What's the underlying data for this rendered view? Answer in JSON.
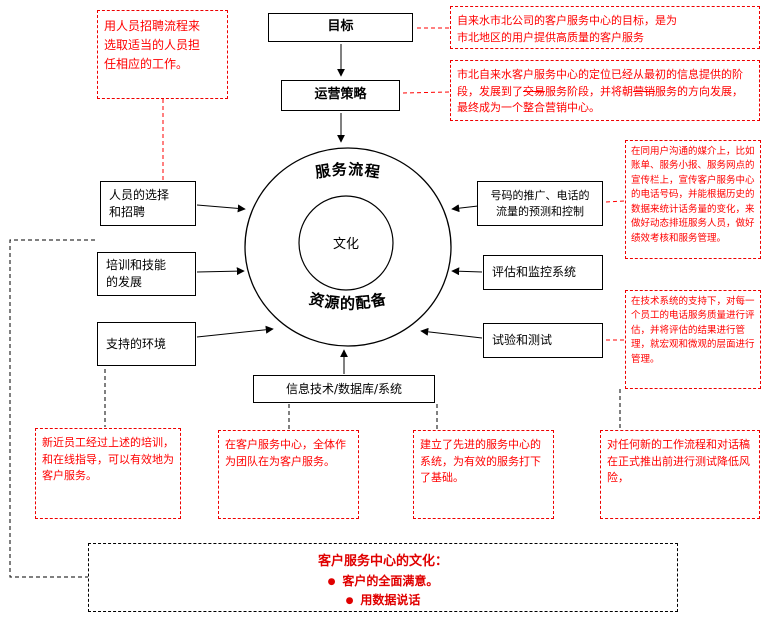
{
  "main": {
    "goal": "目标",
    "strategy": "运营策略",
    "circle": {
      "top": "服务流程",
      "center": "文化",
      "bottom": "资源的配备"
    },
    "left_boxes": {
      "b1": "人员的选择\n和招聘",
      "b2": "培训和技能\n的发展",
      "b3": "支持的环境"
    },
    "right_boxes": {
      "b1": "号码的推广、电话的\n流量的预测和控制",
      "b2": "评估和监控系统",
      "b3": "试验和测试"
    },
    "bottom_box": "信息技术/数据库/系统"
  },
  "notes": {
    "recruit": "用人员招聘流程来\n选取适当的人员担\n任相应的工作。",
    "goal_note": "自来水市北公司的客户服务中心的目标，是为\n市北地区的用户提供高质量的客户服务",
    "position": {
      "p1": "市北自来水客户服务中心的定位已经从最初的信息提供的阶段，发展到了",
      "s1": "交易",
      "p2": "服务阶段，并将朝",
      "s2": "营销",
      "p3": "服务的方向发展，最终成为一个整合营销中心。"
    },
    "promo": "在同用户沟通的媒介上，比如账单、服务小报、服务网点的宣传栏上，宣传客户服务中心的电话号码，并能根据历史的数据来统计话务量的变化，来做好动态排班服务人员，做好绩效考核和服务管理。",
    "quality": "在技术系统的支持下，对每一个员工的电话服务质量进行评估，并将评估的结果进行管理，就宏观和微观的层面进行管理。",
    "training": "新近员工经过上述的培训，和在线指导，可以有效地为客户服务。",
    "team": "在客户服务中心，全体作为团队在为客户服务。",
    "system": "建立了先进的服务中心的系统，为有效的服务打下了基础。",
    "test": "对任何新的工作流程和对话稿在正式推出前进行测试降低风险，"
  },
  "culture": {
    "title": "客户服务中心的文化：",
    "bullet_glyph": "●",
    "bullet1": "客户的全面满意。",
    "bullet2": "用数据说话"
  },
  "colors": {
    "note_red": "#ff0000",
    "line_black": "#000000"
  }
}
